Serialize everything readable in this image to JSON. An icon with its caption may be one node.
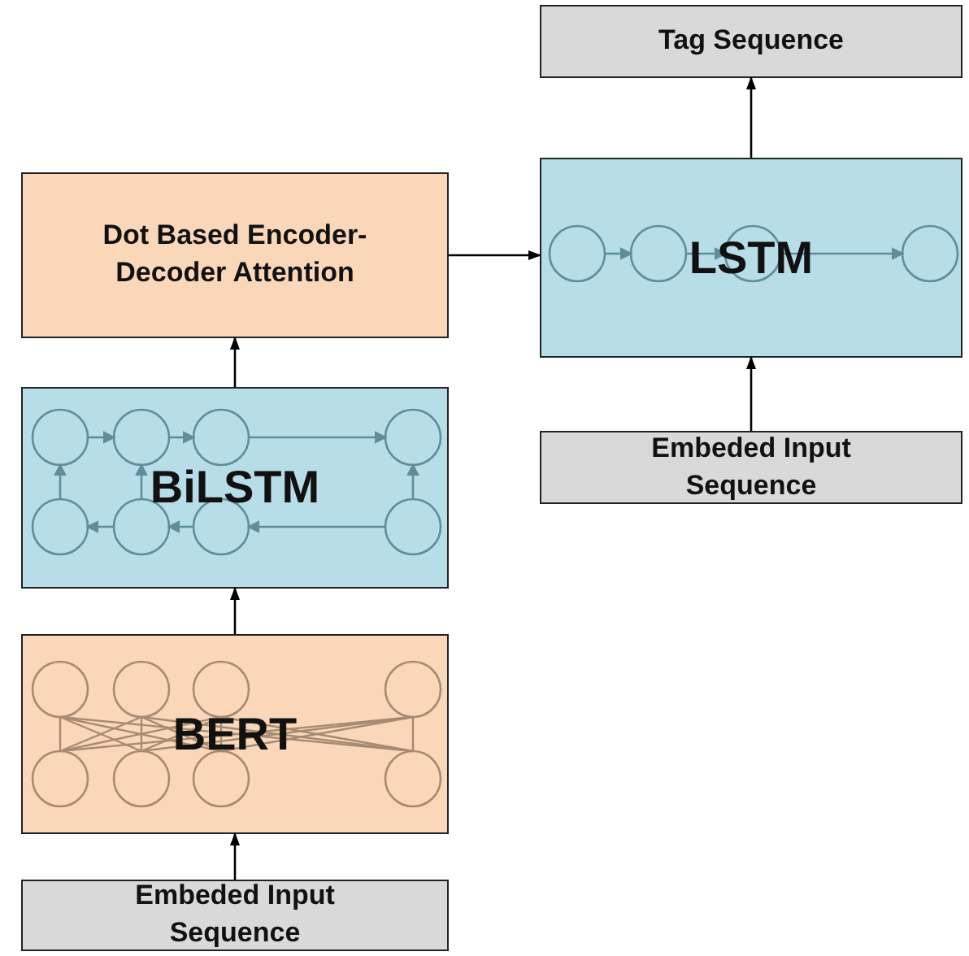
{
  "diagram": {
    "nodes": [
      {
        "text": [
          "Tag Sequence"
        ]
      },
      {
        "text": [
          "Dot Based Encoder-Decoder Attention"
        ]
      },
      {
        "text": [
          "LSTM"
        ]
      },
      {
        "text": [
          "BiLSTM"
        ]
      },
      {
        "text": [
          "Embeded Input Sequence"
        ]
      },
      {
        "text": [
          "BERT"
        ]
      },
      {
        "text": [
          "Embeded Input Sequence"
        ]
      }
    ],
    "edges": [
      {
        "from": 6,
        "to": 5,
        "arrow": "to"
      },
      {
        "from": 5,
        "to": 3,
        "arrow": "to"
      },
      {
        "from": 3,
        "to": 1,
        "arrow": "to"
      },
      {
        "from": 1,
        "to": 2,
        "arrow": "to"
      },
      {
        "from": 4,
        "to": 2,
        "arrow": "to"
      },
      {
        "from": 2,
        "to": 0,
        "arrow": "to"
      }
    ]
  }
}
